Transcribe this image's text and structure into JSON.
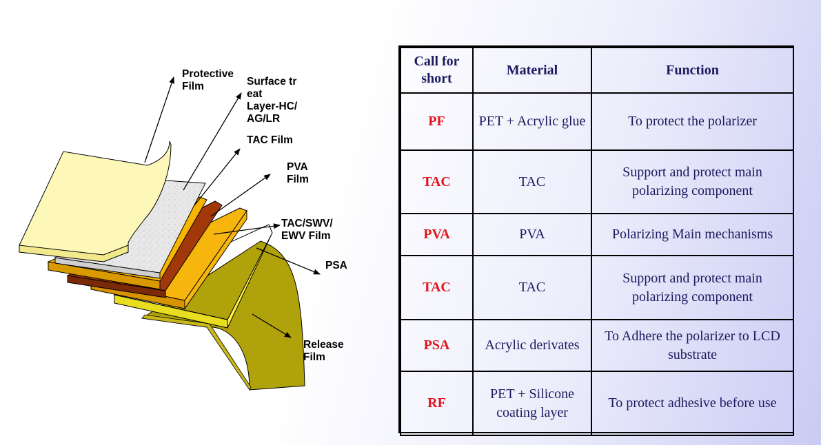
{
  "diagram": {
    "labels": {
      "protective_film": "Protective\nFilm",
      "surface_treat": "Surface tr\neat\nLayer-HC/\nAG/LR",
      "tac_film": "TAC Film",
      "pva_film": "PVA\nFilm",
      "tac_swv_ewv": "TAC/SWV/\nEWV Film",
      "psa": "PSA",
      "release_film": "Release\nFilm"
    },
    "colors": {
      "protective_film": "#fdf7b8",
      "surface_treatment": "#e7e7e7",
      "tac_top": "#f7b400",
      "pva": "#a0380a",
      "tac_bottom": "#f7b60e",
      "psa": "#fef24a",
      "release_film": "#b0a20a"
    }
  },
  "table": {
    "headers": [
      "Call for\nshort",
      "Material",
      "Function"
    ],
    "rows": [
      {
        "abbr": "PF",
        "material": "PET + Acrylic glue",
        "function": "To protect the polarizer"
      },
      {
        "abbr": "TAC",
        "material": "TAC",
        "function": "Support and protect main polarizing component"
      },
      {
        "abbr": "PVA",
        "material": "PVA",
        "function": "Polarizing Main mechanisms"
      },
      {
        "abbr": "TAC",
        "material": "TAC",
        "function": "Support and protect main polarizing component"
      },
      {
        "abbr": "PSA",
        "material": "Acrylic derivates",
        "function": "To Adhere the polarizer to LCD substrate"
      },
      {
        "abbr": "RF",
        "material": "PET + Silicone coating layer",
        "function": "To protect adhesive before use"
      }
    ],
    "colors": {
      "abbr": "#e0141c",
      "text": "#1b1a5e"
    }
  }
}
